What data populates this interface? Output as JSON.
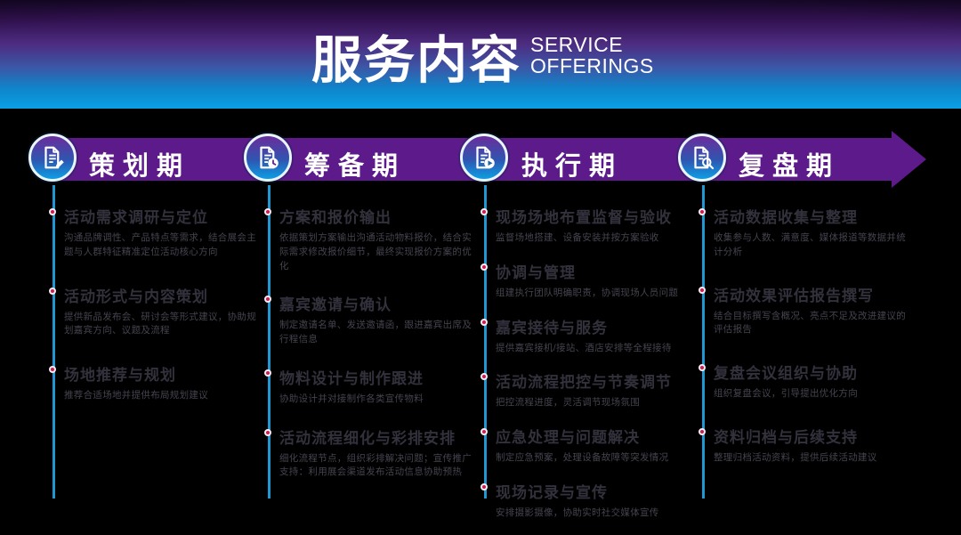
{
  "header": {
    "title": "服务内容",
    "subtitle_line1": "SERVICE",
    "subtitle_line2": "OFFERINGS"
  },
  "colors": {
    "background": "#000000",
    "band_purple": "#5c1a8a",
    "timeline_cyan": "#1e97d3",
    "bullet_crimson": "#d6164e",
    "circle_gradient_top": "#6b2d9c",
    "circle_gradient_bottom": "#0d9ee4",
    "header_gradient_top": "#150726",
    "header_gradient_bottom": "#0aa0e4",
    "item_title_text": "#32313c",
    "item_desc_text": "#45444f"
  },
  "phases": [
    {
      "label": "策划期",
      "icon": "document-pencil-icon",
      "items": [
        {
          "title": "活动需求调研与定位",
          "desc": "沟通品牌调性、产品特点等需求，结合展会主题与人群特征精准定位活动核心方向"
        },
        {
          "title": "活动形式与内容策划",
          "desc": "提供新品发布会、研讨会等形式建议，协助规划嘉宾方向、议题及流程"
        },
        {
          "title": "场地推荐与规划",
          "desc": "推荐合适场地并提供布局规划建议"
        }
      ]
    },
    {
      "label": "筹备期",
      "icon": "document-clock-icon",
      "items": [
        {
          "title": "方案和报价输出",
          "desc": "依据策划方案输出沟通活动物料报价，结合实际需求修改报价细节，最终实现报价方案的优化"
        },
        {
          "title": "嘉宾邀请与确认",
          "desc": "制定邀请名单、发送邀请函，跟进嘉宾出席及行程信息"
        },
        {
          "title": "物料设计与制作跟进",
          "desc": "协助设计并对接制作各类宣传物料"
        },
        {
          "title": "活动流程细化与彩排安排",
          "desc": "细化流程节点，组织彩排解决问题；宣传推广支持：利用展会渠道发布活动信息协助预热"
        }
      ]
    },
    {
      "label": "执行期",
      "icon": "document-play-icon",
      "items": [
        {
          "title": "现场场地布置监督与验收",
          "desc": "监督场地搭建、设备安装并按方案验收"
        },
        {
          "title": "协调与管理",
          "desc": "组建执行团队明确职责，协调现场人员问题"
        },
        {
          "title": "嘉宾接待与服务",
          "desc": "提供嘉宾接机/接站、酒店安排等全程接待"
        },
        {
          "title": "活动流程把控与节奏调节",
          "desc": "把控流程进度，灵活调节现场氛围"
        },
        {
          "title": "应急处理与问题解决",
          "desc": "制定应急预案，处理设备故障等突发情况"
        },
        {
          "title": "现场记录与宣传",
          "desc": "安排摄影摄像，协助实时社交媒体宣传"
        }
      ]
    },
    {
      "label": "复盘期",
      "icon": "document-search-icon",
      "items": [
        {
          "title": "活动数据收集与整理",
          "desc": "收集参与人数、满意度、媒体报道等数据并统计分析"
        },
        {
          "title": "活动效果评估报告撰写",
          "desc": "结合目标撰写含概况、亮点不足及改进建议的评估报告"
        },
        {
          "title": "复盘会议组织与协助",
          "desc": "组织复盘会议，引导提出优化方向"
        },
        {
          "title": "资料归档与后续支持",
          "desc": "整理归档活动资料，提供后续活动建议"
        }
      ]
    }
  ]
}
